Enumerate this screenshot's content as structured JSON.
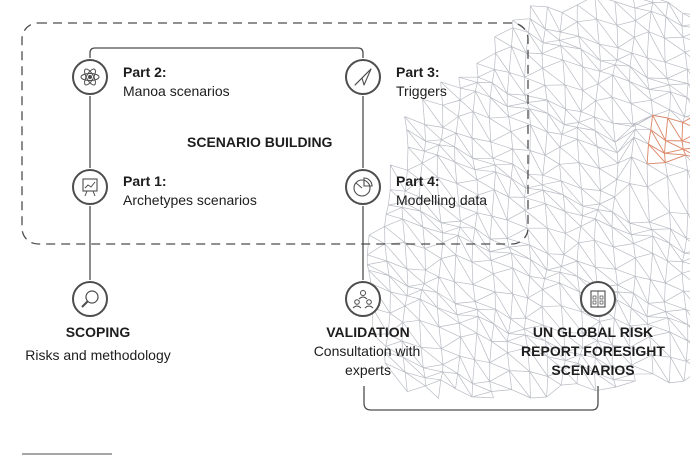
{
  "box_title": "SCENARIO BUILDING",
  "parts": {
    "p2": {
      "title": "Part 2:",
      "subtitle": "Manoa scenarios",
      "icon": "atom-icon"
    },
    "p3": {
      "title": "Part 3:",
      "subtitle": "Triggers",
      "icon": "compass-icon"
    },
    "p1": {
      "title": "Part 1:",
      "subtitle": "Archetypes scenarios",
      "icon": "presentation-chart-icon"
    },
    "p4": {
      "title": "Part 4:",
      "subtitle": "Modelling data",
      "icon": "pie-chart-icon"
    }
  },
  "steps": {
    "scoping": {
      "title": "SCOPING",
      "subtitle": "Risks and methodology",
      "icon": "magnifier-icon"
    },
    "validation": {
      "title": "VALIDATION",
      "line1": "Consultation with",
      "line2": "experts",
      "icon": "people-network-icon"
    },
    "report": {
      "line1": "UN GLOBAL RISK",
      "line2": "REPORT FORESIGHT",
      "line3": "SCENARIOS",
      "icon": "puzzle-book-icon"
    }
  },
  "colors": {
    "line": "#4d4d4d",
    "mesh": "#b9bcc4",
    "mesh_accent": "#e08a6a",
    "dash": "#4d4d4d"
  }
}
